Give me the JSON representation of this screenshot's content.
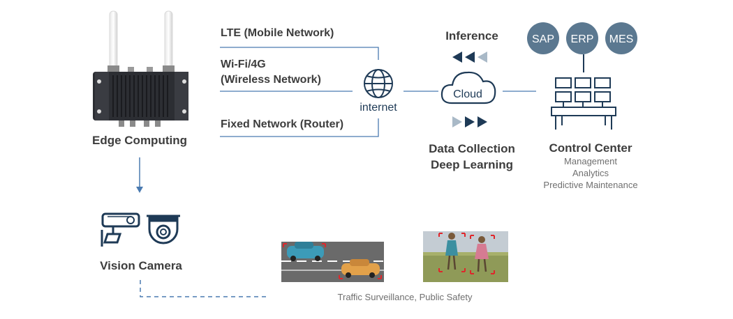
{
  "edge": {
    "label": "Edge Computing"
  },
  "networks": {
    "lte": "LTE (Mobile Network)",
    "wifi_line1": "Wi-Fi/4G",
    "wifi_line2": "(Wireless Network)",
    "fixed": "Fixed Network (Router)"
  },
  "internet": {
    "label": "internet"
  },
  "cloud": {
    "label": "Cloud",
    "inference": "Inference",
    "collection_line1": "Data Collection",
    "collection_line2": "Deep Learning"
  },
  "control": {
    "badges": [
      "SAP",
      "ERP",
      "MES"
    ],
    "title": "Control Center",
    "lines": [
      "Management",
      "Analytics",
      "Predictive Maintenance"
    ]
  },
  "vision": {
    "label": "Vision Camera"
  },
  "apps": {
    "caption": "Traffic Surveillance, Public Safety"
  },
  "colors": {
    "navy": "#1e3a56",
    "line_blue": "#4a7ab0",
    "badge": "#5b7890",
    "arrow_light": "#a9b9c7"
  }
}
